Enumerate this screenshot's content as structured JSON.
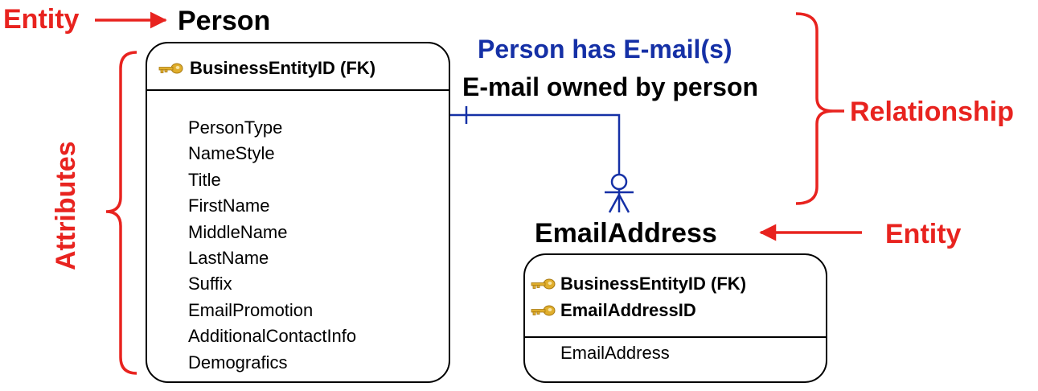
{
  "labels": {
    "entity_top": "Entity",
    "entity_right": "Entity",
    "attributes": "Attributes",
    "relationship": "Relationship"
  },
  "relationship": {
    "forward": "Person has E-mail(s)",
    "reverse": "E-mail owned by person",
    "cardinality_person": "one",
    "cardinality_email": "zero-or-many"
  },
  "person": {
    "title": "Person",
    "keys": [
      "BusinessEntityID (FK)"
    ],
    "attributes": [
      "PersonType",
      "NameStyle",
      "Title",
      "FirstName",
      "MiddleName",
      "LastName",
      "Suffix",
      "EmailPromotion",
      "AdditionalContactInfo",
      "Demografics"
    ]
  },
  "email": {
    "title": "EmailAddress",
    "keys": [
      "BusinessEntityID (FK)",
      "EmailAddressID"
    ],
    "attributes": [
      "EmailAddress"
    ]
  },
  "colors": {
    "annotation": "#e8231f",
    "relationship_line": "#1530a6",
    "relationship_text_forward": "#1530a6",
    "relationship_text_reverse": "#000000",
    "key_icon": "#d9a520"
  },
  "icons": {
    "primary_key": "key-icon"
  }
}
